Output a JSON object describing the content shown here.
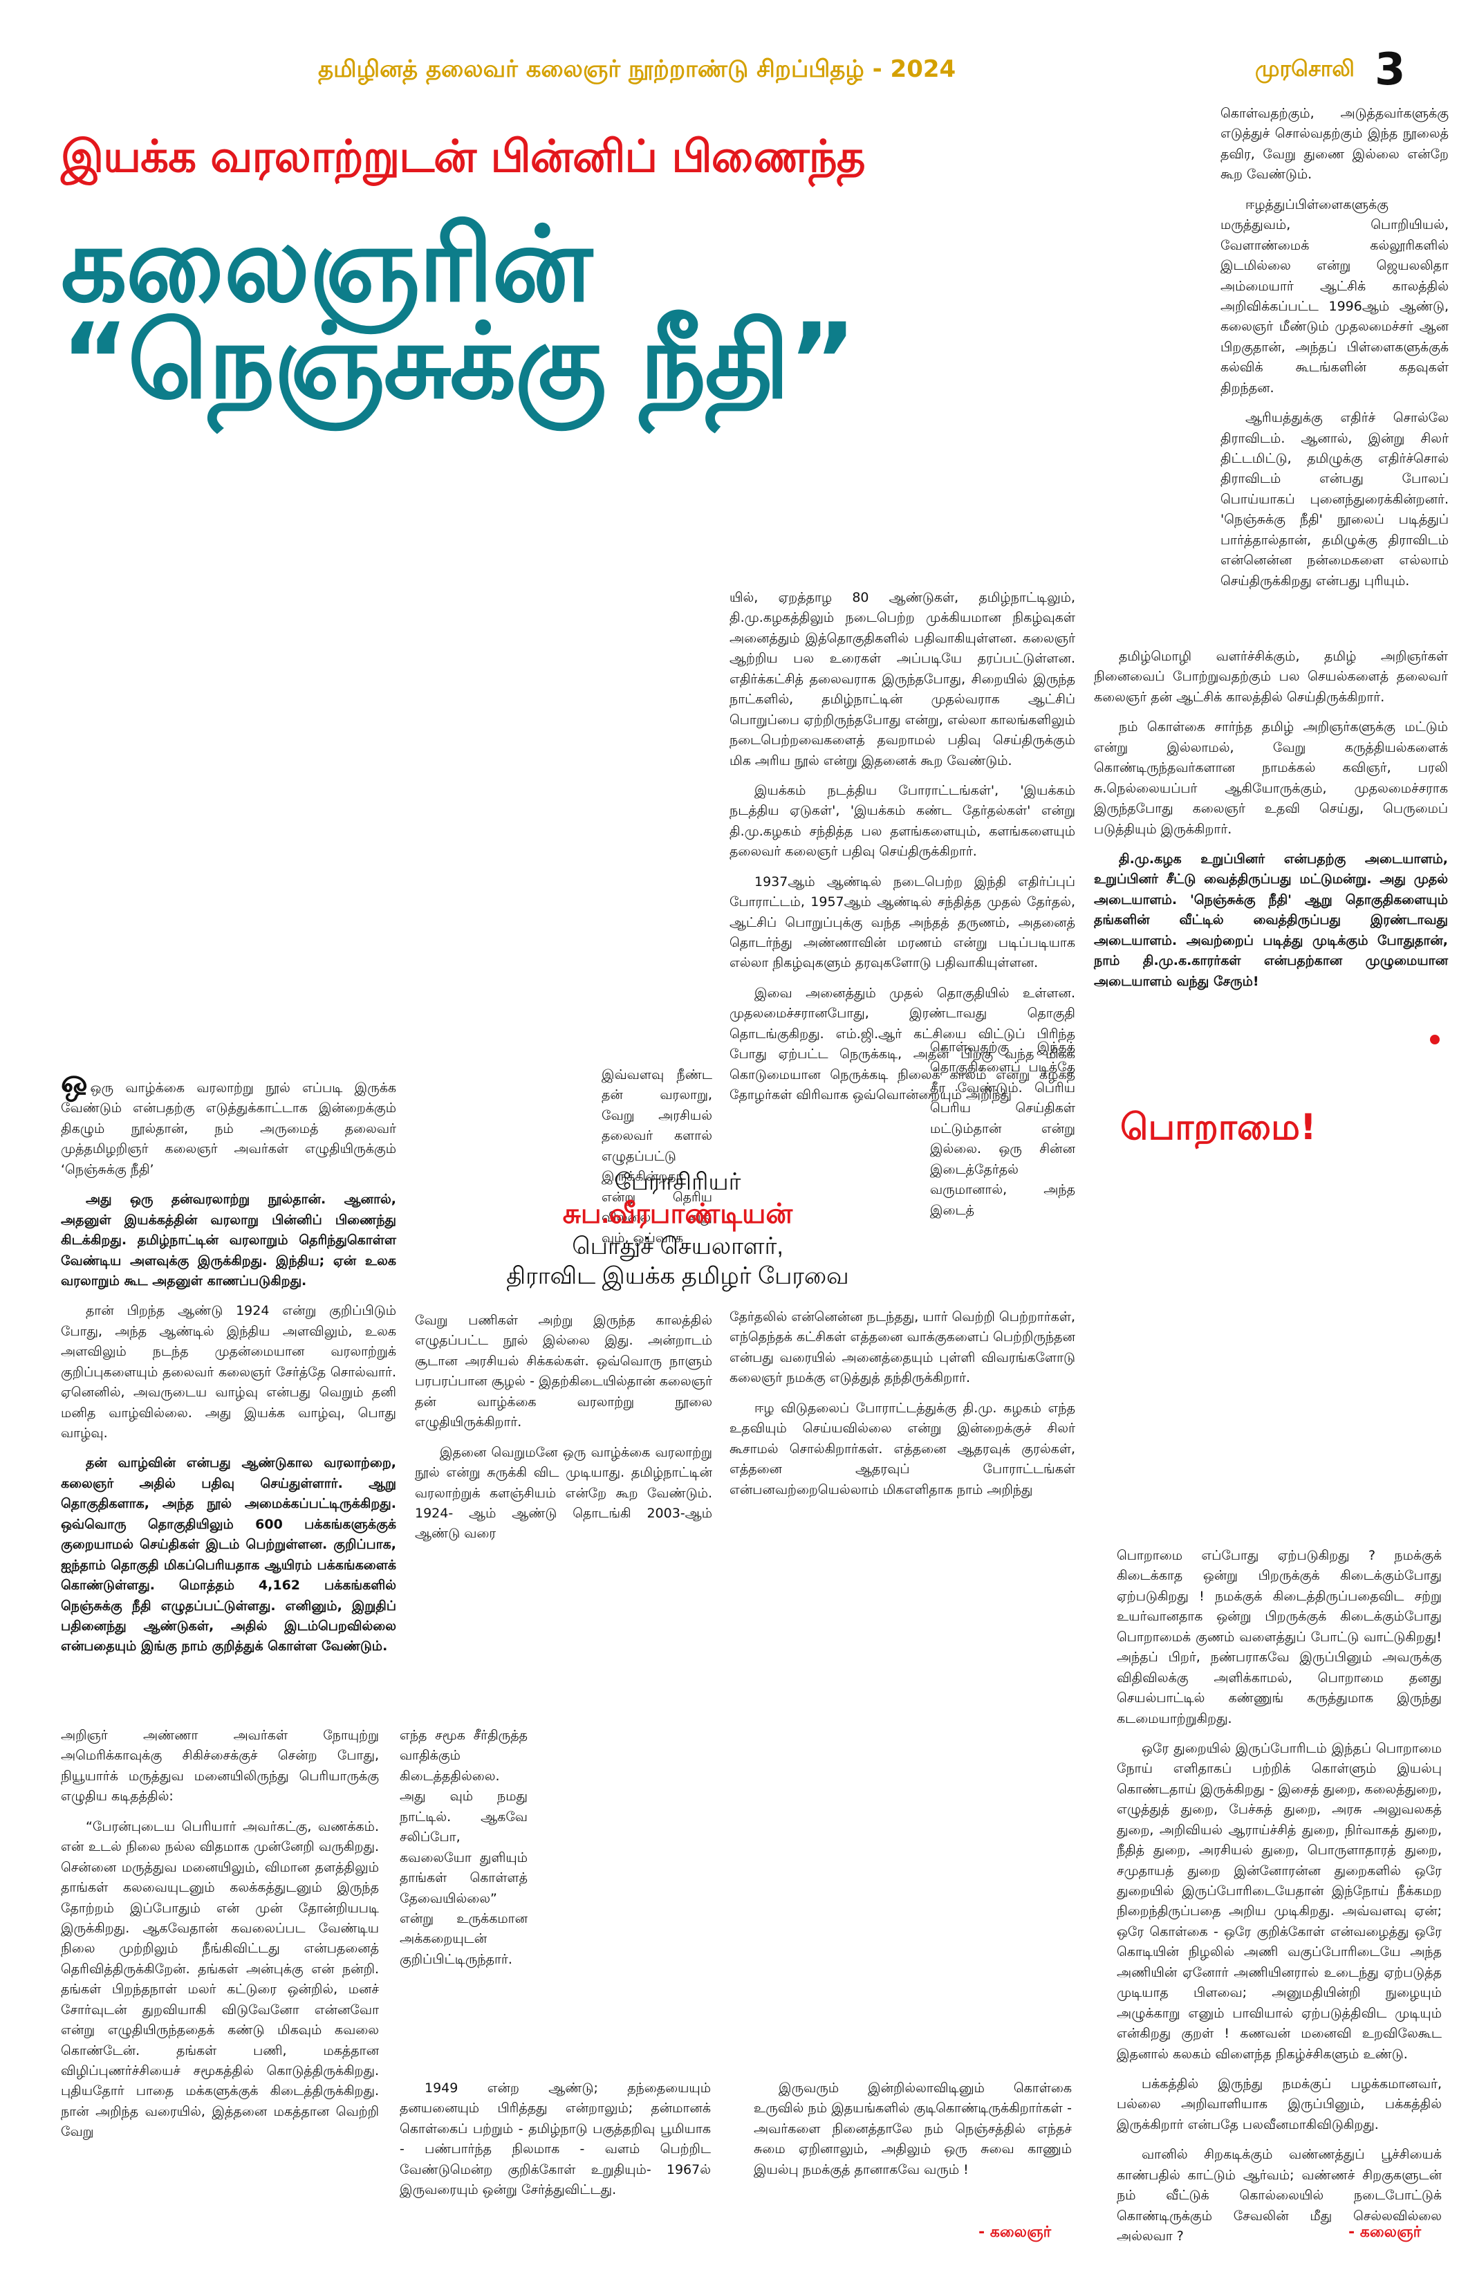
{
  "header": {
    "series_title": "தமிழினத் தலைவர் கலைஞர்      நூற்றாண்டு சிறப்பிதழ் - 2024",
    "paper_name": "முரசொலி",
    "page_number": "3"
  },
  "headline": {
    "kicker": "இயக்க வரலாற்றுடன் பின்னிப் பிணைந்த",
    "line1": "கலைஞரின்",
    "line2": "“நெஞ்சுக்கு நீதி”"
  },
  "author": {
    "role": "பேராசிரியர்",
    "name": "சுப.வீரபாண்டியன்",
    "title1": "பொதுச் செயலாளர்,",
    "title2": "திராவிட இயக்க தமிழர் பேரவை"
  },
  "sidebar_title": "பொறாமை!",
  "article": {
    "col_left": [
      "ஒரு வாழ்க்கை வரலாற்று நூல் எப்படி இருக்க வேண்டும் என்பதற்கு எடுத்துக்காட்டாக இன்றைக்கும் திகழும் நூல்தான், நம் அருமைத் தலைவர் முத்தமிழறிஞர் கலைஞர் அவர்கள் எழுதியிருக்கும் ‘நெஞ்சுக்கு நீதி’",
      "அது ஒரு தன்வரலாற்று நூல்தான். ஆனால், அதனுள் இயக்கத்தின் வரலாறு பின்னிப் பிணைந்து கிடக்கிறது. தமிழ்நாட்டின் வரலாறும் தெரிந்துகொள்ள வேண்டிய அளவுக்கு இருக்கிறது. இந்திய; ஏன் உலக வரலாறும் கூட அதனுள் காணப்படுகிறது.",
      "தான் பிறந்த ஆண்டு 1924 என்று குறிப்பிடும் போது, அந்த ஆண்டில் இந்திய அளவிலும், உலக அளவிலும் நடந்த முதன்மையான வரலாற்றுக் குறிப்புகளையும் தலைவர் கலைஞர் சேர்த்தே சொல்வார். ஏனெனில், அவருடைய வாழ்வு என்பது வெறும் தனி மனித வாழ்வில்லை. அது இயக்க வாழ்வு, பொது வாழ்வு.",
      "தன் வாழ்வின் என்பது ஆண்டுகால வரலாற்றை, கலைஞர் அதில் பதிவு செய்துள்ளார். ஆறு தொகுதிகளாக, அந்த நூல் அமைக்கப்பட்டிருக்கிறது. ஒவ்வொரு தொகுதியிலும் 600 பக்கங்களுக்குக் குறையாமல் செய்திகள் இடம் பெற்றுள்ளன. குறிப்பாக, ஐந்தாம் தொகுதி மிகப்பெரியதாக ஆயிரம் பக்கங்களைக் கொண்டுள்ளது. மொத்தம் 4,162 பக்கங்களில் நெஞ்சுக்கு நீதி எழுதப்பட்டுள்ளது. எனினும், இறுதிப் பதினைந்து ஆண்டுகள், அதில் இடம்பெறவில்லை என்பதையும் இங்கு நாம் குறித்துக் கொள்ள வேண்டும்."
    ],
    "col_center_top": "இவ்வளவு நீண்ட தன் வரலாறு, வேறு அரசியல் தலைவர் களால் எழுதப்பட்டு இருக்கின்றதா என்று தெரிய வில்லை. அது வும், ஓய்வாக",
    "col_center_mid": "வேறு பணிகள் அற்று இருந்த காலத்தில் எழுதப்பட்ட நூல் இல்லை இது. அன்றாடம் சூடான அரசியல் சிக்கல்கள். ஒவ்வொரு நாளும் பரபரப்பான சூழல் - இதற்கிடையில்தான் கலைஞர் தன் வாழ்க்கை வரலாற்று நூலை எழுதியிருக்கிறார்.",
    "col_center_mid2": "இதனை வெறுமனே ஒரு வாழ்க்கை வரலாற்று நூல் என்று சுருக்கி விட முடியாது. தமிழ்நாட்டின் வரலாற்றுக் களஞ்சியம் என்றே கூற வேண்டும். 1924- ஆம் ஆண்டு தொடங்கி 2003-ஆம் ஆண்டு வரை",
    "col_right": [
      "யில், ஏறத்தாழ 80 ஆண்டுகள், தமிழ்நாட்டிலும், தி.மு.கழகத்திலும் நடைபெற்ற முக்கியமான நிகழ்வுகள் அனைத்தும் இத்தொகுதிகளில் பதிவாகியுள்ளன. கலைஞர் ஆற்றிய பல உரைகள் அப்படியே தரப்பட்டுள்ளன. எதிர்க்கட்சித் தலைவராக இருந்தபோது, சிறையில் இருந்த நாட்களில், தமிழ்நாட்டின் முதல்வராக ஆட்சிப் பொறுப்பை ஏற்றிருந்தபோது என்று, எல்லா காலங்களிலும் நடைபெற்றவைகளைத் தவறாமல் பதிவு செய்திருக்கும் மிக அரிய நூல் என்று இதனைக் கூற வேண்டும்.",
      "இயக்கம் நடத்திய போராட்டங்கள்', 'இயக்கம் நடத்திய ஏடுகள்', 'இயக்கம் கண்ட தேர்தல்கள்' என்று தி.மு.கழகம் சந்தித்த பல தளங்களையும், களங்களையும் தலைவர் கலைஞர் பதிவு செய்திருக்கிறார்.",
      "1937ஆம் ஆண்டில் நடைபெற்ற இந்தி எதிர்ப்புப் போராட்டம், 1957ஆம் ஆண்டில் சந்தித்த முதல் தேர்தல், ஆட்சிப் பொறுப்புக்கு வந்த அந்தத் தருணம், அதனைத் தொடர்ந்து அண்ணாவின் மரணம் என்று படிப்படியாக எல்லா நிகழ்வுகளும் தரவுகளோடு பதிவாகியுள்ளன.",
      "இவை அனைத்தும் முதல் தொகுதியில் உள்ளன. முதலமைச்சரானபோது, இரண்டாவது தொகுதி தொடங்குகிறது. எம்.ஜி.ஆர் கட்சியை விட்டுப் பிரிந்த போது ஏற்பட்ட நெருக்கடி, அதன் பிறகு வந்த மிகக் கொடுமையான நெருக்கடி நிலைக் காலம் என்று கழகத் தோழர்கள் விரிவாக ஒவ்வொன்றையும் அறிந்து",
      "கொள்வதற்கு இந்தத் தொகுதிகளைப் படித்தே தீர வேண்டும். பெரிய பெரிய செய்திகள் மட்டும்தான் என்று இல்லை. ஒரு சின்ன இடைத்தேர்தல் வருமானால், அந்த இடைத்",
      "தேர்தலில் என்னென்ன நடந்தது, யார் வெற்றி பெற்றார்கள், எந்தெந்தக் கட்சிகள் எத்தனை வாக்குகளைப் பெற்றிருந்தன என்பது வரையில் அனைத்தையும் புள்ளி விவரங்களோடு கலைஞர் நமக்கு எடுத்துத் தந்திருக்கிறார்.",
      "ஈழ விடுதலைப் போராட்டத்துக்கு தி.மு. கழகம் எந்த உதவியும் செய்யவில்லை என்று இன்றைக்குச் சிலர் கூசாமல் சொல்கிறார்கள். எத்தனை ஆதரவுக் குரல்கள், எத்தனை ஆதரவுப் போராட்டங்கள் என்பனவற்றையெல்லாம் மிகஎளிதாக நாம் அறிந்து"
    ],
    "col_far_right": [
      "கொள்வதற்கும், அடுத்தவர்களுக்கு எடுத்துச் சொல்வதற்கும் இந்த நூலைத் தவிர, வேறு துணை இல்லை என்றே கூற வேண்டும்.",
      "ஈழத்துப்பிள்ளைகளுக்கு மருத்துவம், பொறியியல், வேளாண்மைக் கல்லூரிகளில் இடமில்லை என்று ஜெயலலிதா அம்மையார் ஆட்சிக் காலத்தில் அறிவிக்கப்பட்ட 1996ஆம் ஆண்டு, கலைஞர் மீண்டும் முதலமைச்சர் ஆன பிறகுதான், அந்தப் பிள்ளைகளுக்குக் கல்விக் கூடங்களின் கதவுகள் திறந்தன.",
      "ஆரியத்துக்கு எதிர்ச் சொல்லே திராவிடம். ஆனால், இன்று சிலர் திட்டமிட்டு, தமிழுக்கு எதிர்ச்சொல் திராவிடம் என்பது போலப் பொய்யாகப் புனைந்துரைக்கின்றனர். 'நெஞ்சுக்கு நீதி' நூலைப் படித்துப் பார்த்தால்தான், தமிழுக்கு திராவிடம் என்னென்ன நன்மைகளை எல்லாம் செய்திருக்கிறது என்பது புரியும்.",
      "தமிழ்மொழி வளர்ச்சிக்கும், தமிழ் அறிஞர்கள் நினைவைப் போற்றுவதற்கும் பல செயல்களைத் தலைவர் கலைஞர் தன் ஆட்சிக் காலத்தில் செய்திருக்கிறார்.",
      "நம் கொள்கை சார்ந்த தமிழ் அறிஞர்களுக்கு மட்டும் என்று இல்லாமல், வேறு கருத்தியல்களைக் கொண்டிருந்தவர்களான நாமக்கல் கவிஞர், பரலி சு.நெல்லையப்பர் ஆகியோருக்கும், முதலமைச்சராக இருந்தபோது கலைஞர் உதவி செய்து, பெருமைப் படுத்தியும் இருக்கிறார்."
    ],
    "closing_bold": "தி.மு.கழக உறுப்பினர் என்பதற்கு அடையாளம், உறுப்பினர் சீட்டு வைத்திருப்பது மட்டுமன்று. அது முதல் அடையாளம். 'நெஞ்சுக்கு நீதி' ஆறு தொகுதிகளையும் தங்களின் வீட்டில் வைத்திருப்பது இரண்டாவது அடையாளம். அவற்றைப் படித்து முடிக்கும் போதுதான், நாம் தி.மு.க.காரர்கள் என்பதற்கான முழுமையான அடையாளம் வந்து சேரும்!"
  },
  "letter": {
    "col1": [
      "அறிஞர் அண்ணா அவர்கள் நோயுற்று அமெரிக்காவுக்கு சிகிச்சைக்குச் சென்ற போது, நியூயார்க் மருத்துவ மனையிலிருந்து பெரியாருக்கு எழுதிய கடிதத்தில்:",
      "“பேரன்புடைய பெரியார் அவர்கட்கு, வணக்கம். என் உடல் நிலை நல்ல விதமாக முன்னேறி வருகிறது. சென்னை மருத்துவ மனையிலும், விமான தளத்திலும் தாங்கள் கலவையுடனும் கலக்கத்துடனும் இருந்த தோற்றம் இப்போதும் என் முன் தோன்றியபடி இருக்கிறது. ஆகவேதான் கவலைப்பட வேண்டிய நிலை முற்றிலும் நீங்கிவிட்டது என்பதனைத் தெரிவித்திருக்கிறேன். தங்கள் அன்புக்கு என் நன்றி. தங்கள் பிறந்தநாள் மலர் கட்டுரை ஒன்றில், மனச் சோர்வுடன் துறவியாகி விடுவேனோ என்னவோ என்று எழுதியிருந்ததைக் கண்டு மிகவும் கவலை கொண்டேன். தங்கள் பணி, மகத்தான விழிப்புணர்ச்சியைச் சமூகத்தில் கொடுத்திருக்கிறது. புதியதோர் பாதை மக்களுக்குக் கிடைத்திருக்கிறது. நான் அறிந்த வரையில், இத்தனை மகத்தான வெற்றி வேறு"
    ],
    "col2_top": "எந்த சமூக சீர்திருத்த வாதிக்கும் கிடைத்ததில்லை. அது வும் நமது நாட்டில். ஆகவே சலிப்போ, கவலையோ துளியும் தாங்கள் கொள்ளத் தேவையில்லை” என்று உருக்கமான அக்கறையுடன் குறிப்பிட்டிருந்தார்.",
    "col2_bottom": "1949 என்ற ஆண்டு; தந்தையையும் தனயனையும் பிரித்தது என்றாலும்; தன்மானக் கொள்கைப் பற்றும் - தமிழ்நாடு பகுத்தறிவு பூமியாக - பண்பார்ந்த நிலமாக - வளம் பெற்றிட வேண்டுமென்ற குறிக்கோள் உறுதியும்- 1967ல் இருவரையும் ஒன்று சேர்த்துவிட்டது.",
    "col3": "இருவரும் இன்றில்லாவிடினும் கொள்கை உருவில் நம் இதயங்களில் குடிகொண்டிருக்கிறார்கள் - அவர்களை நினைத்தாலே நம் நெஞ்சத்தில் எந்தச் சுமை ஏறினாலும், அதிலும் ஒரு சுவை காணும் இயல்பு நமக்குத் தானாகவே வரும் !",
    "signoff": "- கலைஞர்"
  },
  "sidebar": {
    "paragraphs": [
      "பொறாமை எப்போது ஏற்படுகிறது ? நமக்குக் கிடைக்காத ஒன்று பிறருக்குக் கிடைக்கும்போது ஏற்படுகிறது ! நமக்குக் கிடைத்திருப்பதைவிட சற்று உயர்வானதாக ஒன்று பிறருக்குக் கிடைக்கும்போது பொறாமைக் குணம் வளைத்துப் போட்டு வாட்டுகிறது! அந்தப் பிறர், நண்பராகவே இருப்பினும் அவருக்கு விதிவிலக்கு அளிக்காமல், பொறாமை தனது செயல்பாட்டில் கண்ணுங் கருத்துமாக இருந்து கடமையாற்றுகிறது.",
      "ஒரே துறையில் இருப்போரிடம் இந்தப் பொறாமை நோய் எளிதாகப் பற்றிக் கொள்ளும் இயல்பு கொண்டதாய் இருக்கிறது - இசைத் துறை, கலைத்துறை, எழுத்துத் துறை, பேச்சுத் துறை, அரசு அலுவலகத் துறை, அறிவியல் ஆராய்ச்சித் துறை, நிர்வாகத் துறை, நீதித் துறை, அரசியல் துறை, பொருளாதாரத் துறை, சமுதாயத் துறை இன்னோரன்ன துறைகளில் ஒரே துறையில் இருப்போரிடையேதான் இந்நோய் நீக்கமற நிறைந்திருப்பதை அறிய முடிகிறது. அவ்வளவு ஏன்; ஒரே கொள்கை - ஒரே குறிக்கோள் என்வழைத்து ஒரே கொடியின் நிழலில் அணி வகுப்போரிடையே அந்த அணியின் ஏனோர் அணியினரால் உடைந்து ஏற்படுத்த முடியாத பிளவை; அனுமதியின்றி நுழையும் அழுக்காறு எனும் பாவியால் ஏற்படுத்திவிட முடியும் என்கிறது குறள் ! கணவன் மனைவி உறவிலேகூட இதனால் கலகம் விளைந்த நிகழ்ச்சிகளும் உண்டு.",
      "பக்கத்தில் இருந்து நமக்குப் பழக்கமானவர், பல்லை அறிவாளியாக இருப்பினும், பக்கத்தில் இருக்கிறார் என்பதே பலவீனமாகிவிடுகிறது.",
      "வானில் சிறகடிக்கும் வண்ணத்துப் பூச்சியைக் காண்பதில் காட்டும் ஆர்வம்; வண்ணச் சிறகுகளுடன் நம் வீட்டுக் கொல்லையில் நடைபோட்டுக் கொண்டிருக்கும் சேவலின் மீது செல்லவில்லை அல்லவா ?"
    ],
    "signoff": "- கலைஞர்"
  }
}
